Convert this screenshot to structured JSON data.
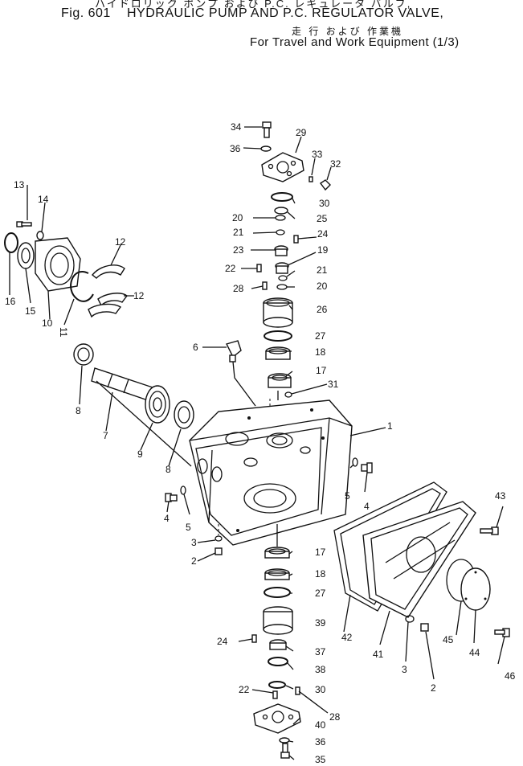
{
  "header": {
    "jp_top": "ハイドロリック ポンプ および P.C. レギュレータ バルブ,",
    "fig_no": "Fig. 601",
    "title": "HYDRAULIC PUMP AND P.C. REGULATOR VALVE,",
    "jp_sub": "走 行  および  作業機",
    "subtitle": "For Travel and Work Equipment (1/3)"
  },
  "labels": {
    "l34": "34",
    "l29": "29",
    "l36a": "36",
    "l33": "33",
    "l32": "32",
    "l30a": "30",
    "l25": "25",
    "l20a": "20",
    "l24a": "24",
    "l21a": "21",
    "l23": "23",
    "l19": "19",
    "l22a": "22",
    "l21b": "21",
    "l28a": "28",
    "l20b": "20",
    "l26": "26",
    "l27a": "27",
    "l18a": "18",
    "l17a": "17",
    "l31": "31",
    "l6": "6",
    "l1": "1",
    "l5a": "5",
    "l4a": "4",
    "l13": "13",
    "l14": "14",
    "l12a": "12",
    "l12b": "12",
    "l16": "16",
    "l15": "15",
    "l10": "10",
    "l11": "11",
    "l8a": "8",
    "l7": "7",
    "l9": "9",
    "l8b": "8",
    "l43": "43",
    "l4b": "4",
    "l5b": "5",
    "l3a": "3",
    "l2a": "2",
    "l17b": "17",
    "l18b": "18",
    "l27b": "27",
    "l42": "42",
    "l39": "39",
    "l24b": "24",
    "l37": "37",
    "l38": "38",
    "l45": "45",
    "l41": "41",
    "l44": "44",
    "l3b": "3",
    "l2b": "2",
    "l46": "46",
    "l22b": "22",
    "l30b": "30",
    "l28b": "28",
    "l40": "40",
    "l36b": "36",
    "l35": "35"
  }
}
